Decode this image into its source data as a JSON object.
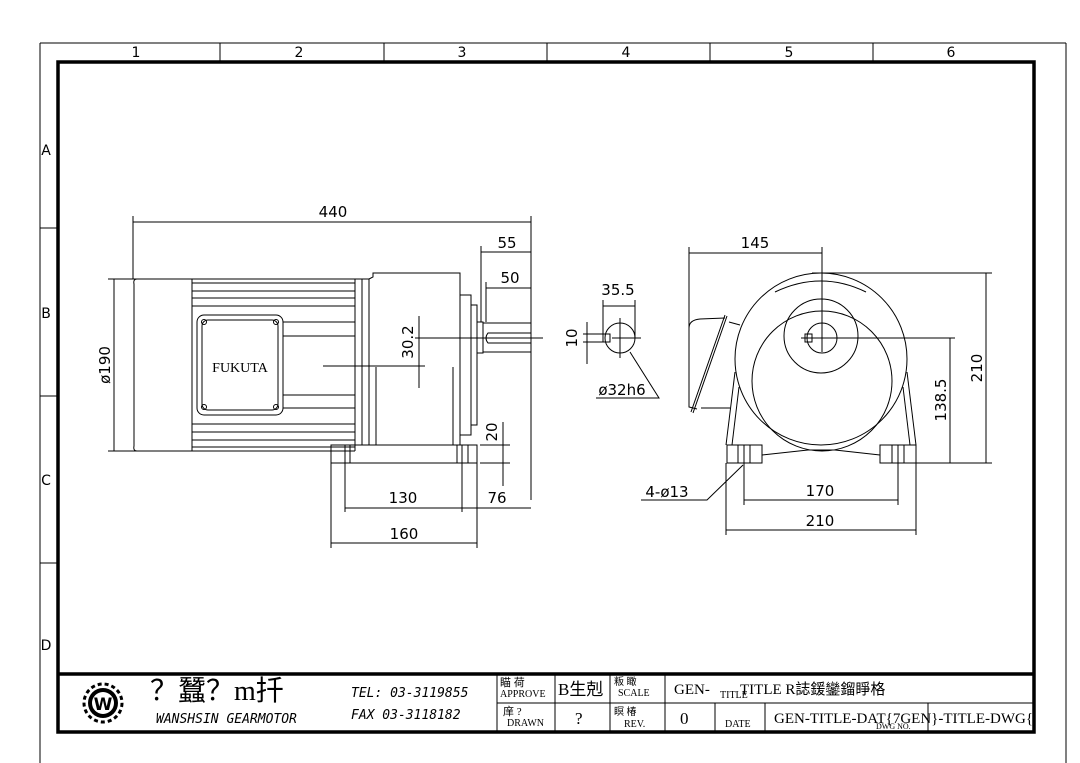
{
  "sheet": {
    "columns": [
      "1",
      "2",
      "3",
      "4",
      "5",
      "6"
    ],
    "rows": [
      "A",
      "B",
      "C",
      "D"
    ]
  },
  "side_view": {
    "brand_label": "FUKUTA",
    "dims": {
      "overall_length": "440",
      "shaft_length": "55",
      "key_length": "50",
      "motor_diameter": "ø190",
      "shaft_offset": "30.2",
      "base_thickness": "20",
      "foot_hole_pitch": "130",
      "shaft_overhang": "76",
      "base_length": "160"
    }
  },
  "shaft_section": {
    "dims": {
      "key_to_edge": "35.5",
      "key_width": "10",
      "shaft_diameter": "ø32h6"
    }
  },
  "front_view": {
    "dims": {
      "terminal_box_offset": "145",
      "overall_height": "210",
      "shaft_height": "138.5",
      "hole_pitch": "170",
      "base_width": "210",
      "mounting_holes": "4-ø13"
    }
  },
  "title_block": {
    "company_name_cn": "？蠶？m扦",
    "company_name_en": "WANSHSIN GEARMOTOR",
    "tel": "TEL:  03-3119855",
    "fax": "FAX  03-3118182",
    "approve_cn": "瞄  荷",
    "approve_label": "APPROVE",
    "approve_value": "B生剋",
    "drawn_cn": "庠  ?",
    "drawn_label": "DRAWN",
    "drawn_value": "?",
    "scale_cn": "粄   瞰",
    "scale_label": "SCALE",
    "rev_cn": "瞑   椿",
    "rev_label": "REV.",
    "rev_value": "0",
    "title_prefix": "GEN-",
    "title_label": "TITLE",
    "title_value": "TITLE R誌鍰鑾鎦睜格",
    "date_label": "DATE",
    "date_value": "GEN-TITLE-DAT{7GEN}-TITLE-DWG{",
    "dwg_label": "DWG NO."
  }
}
